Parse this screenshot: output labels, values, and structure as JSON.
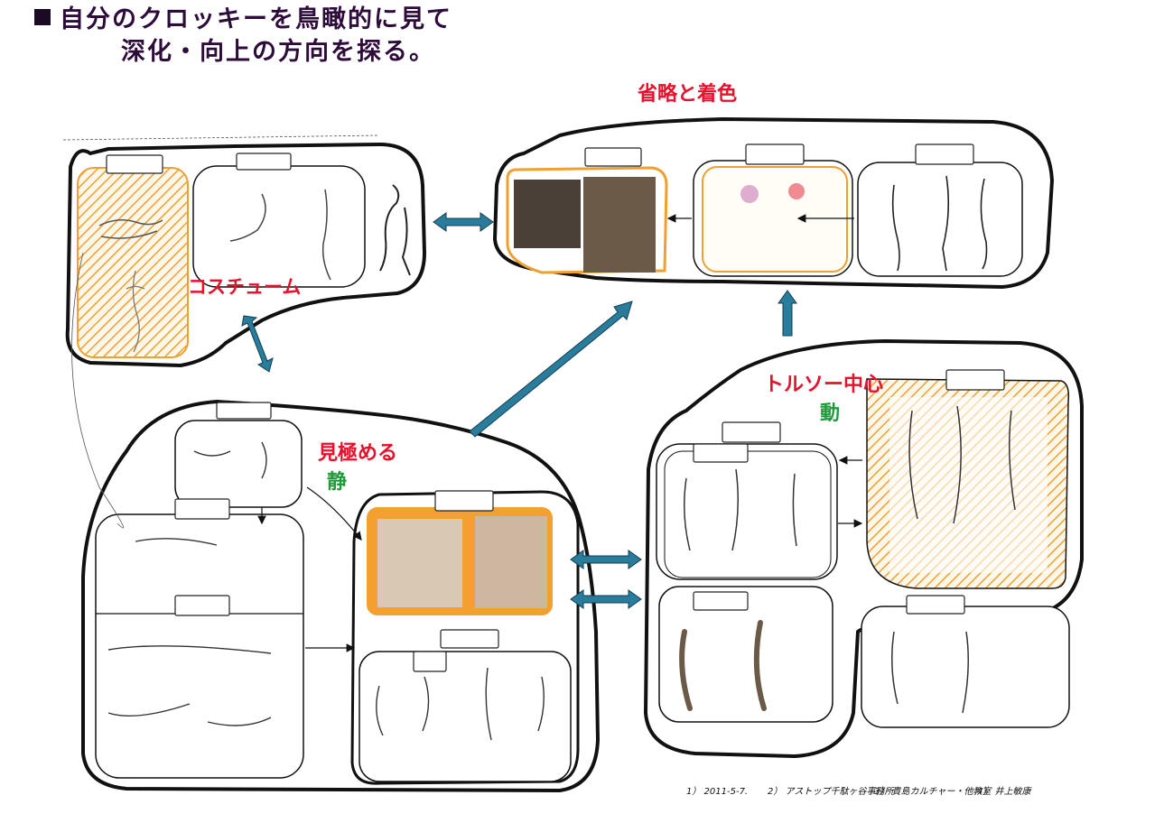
{
  "title": {
    "line1": "自分のクロッキーを鳥瞰的に見て",
    "line2": "深化・向上の方向を探る。"
  },
  "sections": {
    "costume": "コスチューム",
    "omission": "省略と着色",
    "discern": "見極める",
    "static": "静",
    "torso": "トルソー中心",
    "dynamic": "動"
  },
  "footer": {
    "item1": "1） 2011-5-7.",
    "item2": "2） アストップ千駄ヶ谷事務所",
    "item3": "3） 貴島カルチャー・他教室",
    "item4": "4） 井上敏康"
  },
  "colors": {
    "ink": "#111111",
    "arrow_blue": "#2a7c9c",
    "orange_hatch": "#f0a030",
    "red_label": "#e8102a",
    "green_label": "#1f9b3a",
    "title_purple": "#2d0b3a"
  }
}
